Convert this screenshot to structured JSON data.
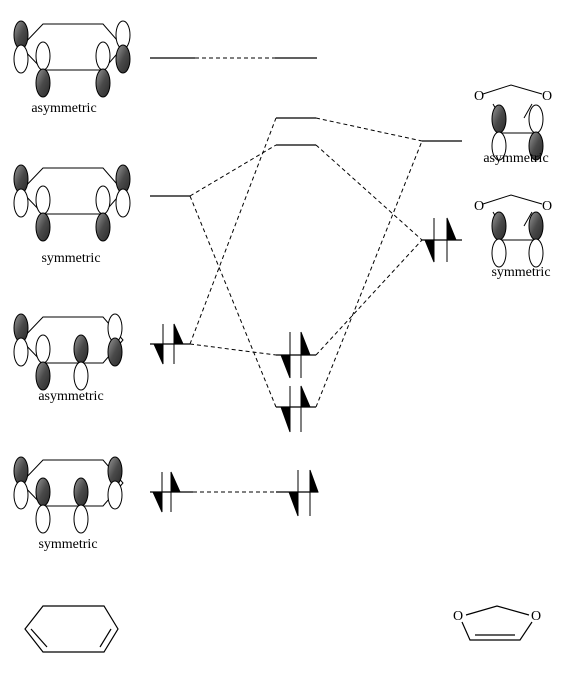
{
  "diagram": {
    "left_labels": {
      "psi4": "asymmetric",
      "psi3": "symmetric",
      "psi2": "asymmetric",
      "psi1": "symmetric"
    },
    "right_labels": {
      "upper": "asymmetric",
      "lower": "symmetric"
    },
    "atom_label": "O",
    "colors": {
      "lobe_shaded": "#5a5a5a",
      "line": "#000000",
      "background": "#ffffff"
    }
  }
}
